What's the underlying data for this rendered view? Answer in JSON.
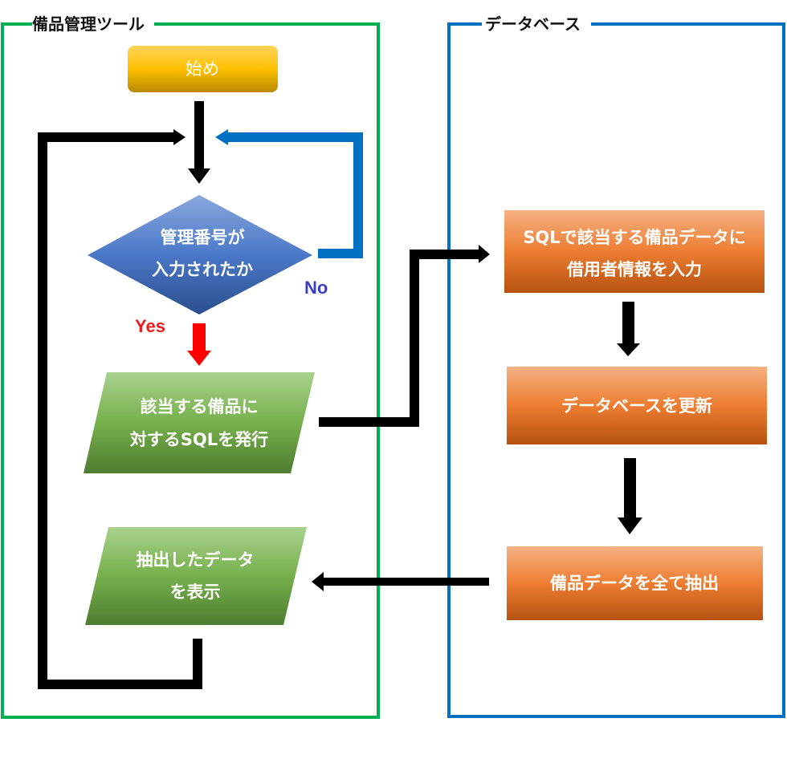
{
  "frames": {
    "tool": {
      "title": "備品管理ツール",
      "color": "#00b050"
    },
    "database": {
      "title": "データベース",
      "color": "#0070c0"
    }
  },
  "nodes": {
    "start": {
      "lines": [
        "始め"
      ],
      "shape": "rounded-rectangle",
      "color": "#ffc000"
    },
    "decision": {
      "lines": [
        "管理番号が",
        "入力されたか"
      ],
      "shape": "diamond",
      "color": "#4472c4"
    },
    "issue_sql": {
      "lines": [
        "該当する備品に",
        "対するSQLを発行"
      ],
      "shape": "parallelogram",
      "color": "#70ad47"
    },
    "display": {
      "lines": [
        "抽出したデータ",
        "を表示"
      ],
      "shape": "parallelogram",
      "color": "#70ad47"
    },
    "db_input": {
      "lines": [
        "SQLで該当する備品データに",
        "借用者情報を入力"
      ],
      "shape": "rectangle",
      "color": "#ed7d31"
    },
    "db_update": {
      "lines": [
        "データベースを更新"
      ],
      "shape": "rectangle",
      "color": "#ed7d31"
    },
    "db_extract": {
      "lines": [
        "備品データを全て抽出"
      ],
      "shape": "rectangle",
      "color": "#ed7d31"
    }
  },
  "branches": {
    "yes": {
      "label": "Yes",
      "color": "#ff0000"
    },
    "no": {
      "label": "No",
      "color": "#0070c0"
    }
  },
  "edges": [
    {
      "from": "start",
      "to": "decision"
    },
    {
      "from": "decision",
      "to": "issue_sql",
      "label": "Yes"
    },
    {
      "from": "decision",
      "to": "decision",
      "label": "No"
    },
    {
      "from": "issue_sql",
      "to": "db_input"
    },
    {
      "from": "db_input",
      "to": "db_update"
    },
    {
      "from": "db_update",
      "to": "db_extract"
    },
    {
      "from": "db_extract",
      "to": "display"
    },
    {
      "from": "display",
      "to": "decision"
    }
  ]
}
